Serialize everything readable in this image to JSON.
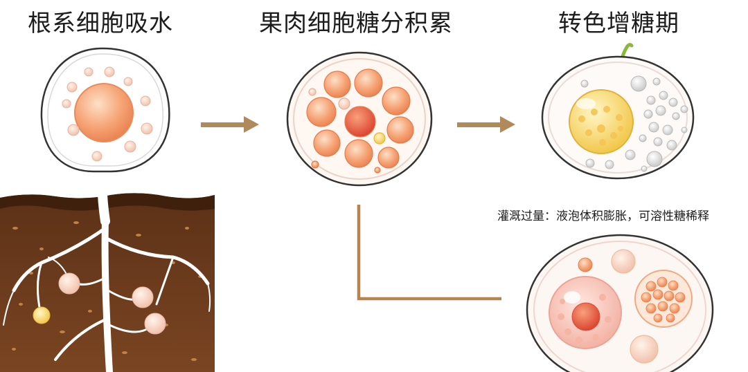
{
  "panels": {
    "root": {
      "title": "根系细胞吸水"
    },
    "pulp": {
      "title": "果肉细胞糖分积累"
    },
    "ripening": {
      "title": "转色增糖期"
    }
  },
  "annotation": {
    "text": "灌溉过量：液泡体积膨胀，可溶性糖稀释"
  },
  "colors": {
    "soil": "#6a3a1c",
    "soil_top": "#4a2812",
    "arrow": "#b08a5a",
    "connector": "#b5844f",
    "cell_wall": "#e6c9bd",
    "vacuole_orange": "#f2a074",
    "sugar_red": "#e2553e",
    "sugar_yellow": "#f5cf5a",
    "root_white": "#ffffff"
  }
}
